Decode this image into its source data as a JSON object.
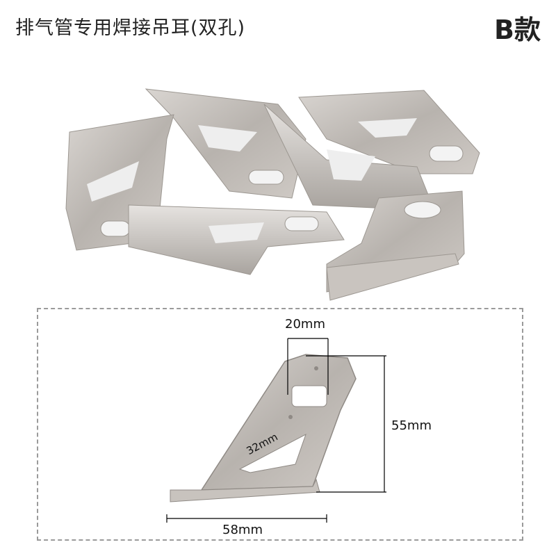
{
  "header": {
    "title": "排气管专用焊接吊耳(双孔)",
    "variant": "B款"
  },
  "dimensions": {
    "hole_width": "20mm",
    "height": "55mm",
    "slot_length": "32mm",
    "base_width": "58mm"
  }
}
